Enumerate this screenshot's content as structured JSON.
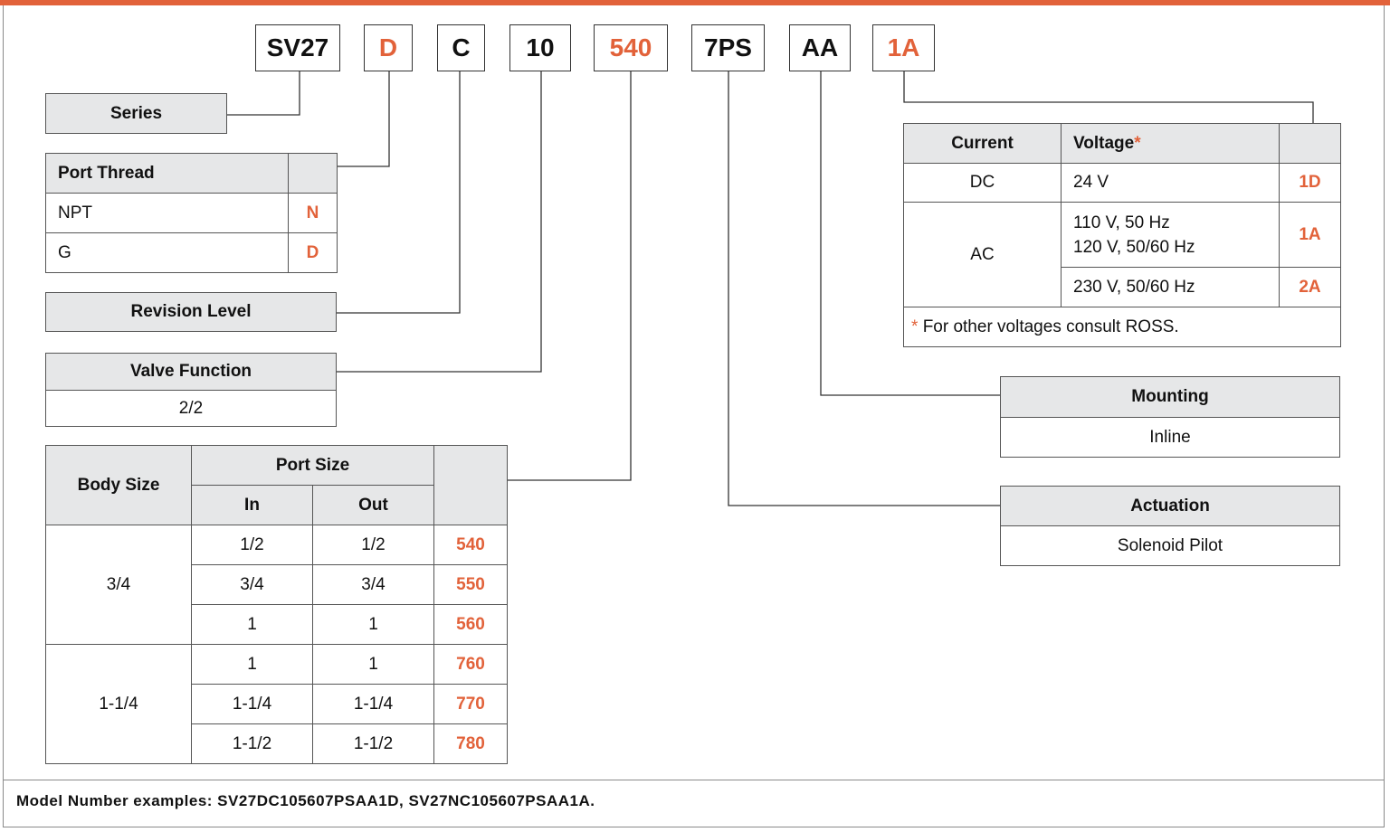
{
  "codes": [
    {
      "key": "series",
      "text": "SV27"
    },
    {
      "key": "port_thread",
      "text": "D"
    },
    {
      "key": "revision",
      "text": "C"
    },
    {
      "key": "valve_function",
      "text": "10"
    },
    {
      "key": "body_port_size",
      "text": "540"
    },
    {
      "key": "actuation",
      "text": "7PS"
    },
    {
      "key": "mounting",
      "text": "AA"
    },
    {
      "key": "voltage",
      "text": "1A"
    }
  ],
  "series": {
    "label": "Series"
  },
  "port_thread": {
    "label": "Port Thread",
    "rows": [
      {
        "name": "NPT",
        "code": "N"
      },
      {
        "name": "G",
        "code": "D"
      }
    ]
  },
  "revision": {
    "label": "Revision Level"
  },
  "valve_function": {
    "label": "Valve Function",
    "value": "2/2"
  },
  "body_size_table": {
    "body_size_header": "Body Size",
    "port_size_header": "Port Size",
    "in_header": "In",
    "out_header": "Out",
    "groups": [
      {
        "body": "3/4",
        "rows": [
          {
            "in": "1/2",
            "out": "1/2",
            "code": "540"
          },
          {
            "in": "3/4",
            "out": "3/4",
            "code": "550"
          },
          {
            "in": "1",
            "out": "1",
            "code": "560"
          }
        ]
      },
      {
        "body": "1-1/4",
        "rows": [
          {
            "in": "1",
            "out": "1",
            "code": "760"
          },
          {
            "in": "1-1/4",
            "out": "1-1/4",
            "code": "770"
          },
          {
            "in": "1-1/2",
            "out": "1-1/2",
            "code": "780"
          }
        ]
      }
    ]
  },
  "voltage_table": {
    "current_header": "Current",
    "voltage_header": "Voltage",
    "asterisk": "*",
    "dc": {
      "current": "DC",
      "voltage": "24 V",
      "code": "1D"
    },
    "ac": {
      "current": "AC",
      "row1_line1": "110 V, 50 Hz",
      "row1_line2": "120 V, 50/60 Hz",
      "row1_code": "1A",
      "row2_voltage": "230 V, 50/60 Hz",
      "row2_code": "2A"
    },
    "note": "For other voltages consult ROSS."
  },
  "mounting": {
    "label": "Mounting",
    "value": "Inline"
  },
  "actuation": {
    "label": "Actuation",
    "value": "Solenoid Pilot"
  },
  "footer": "Model Number examples: SV27DC105607PSAA1D, SV27NC105607PSAA1A.",
  "colors": {
    "accent": "#e2623a",
    "header_bg": "#e6e7e8",
    "border": "#555555"
  }
}
